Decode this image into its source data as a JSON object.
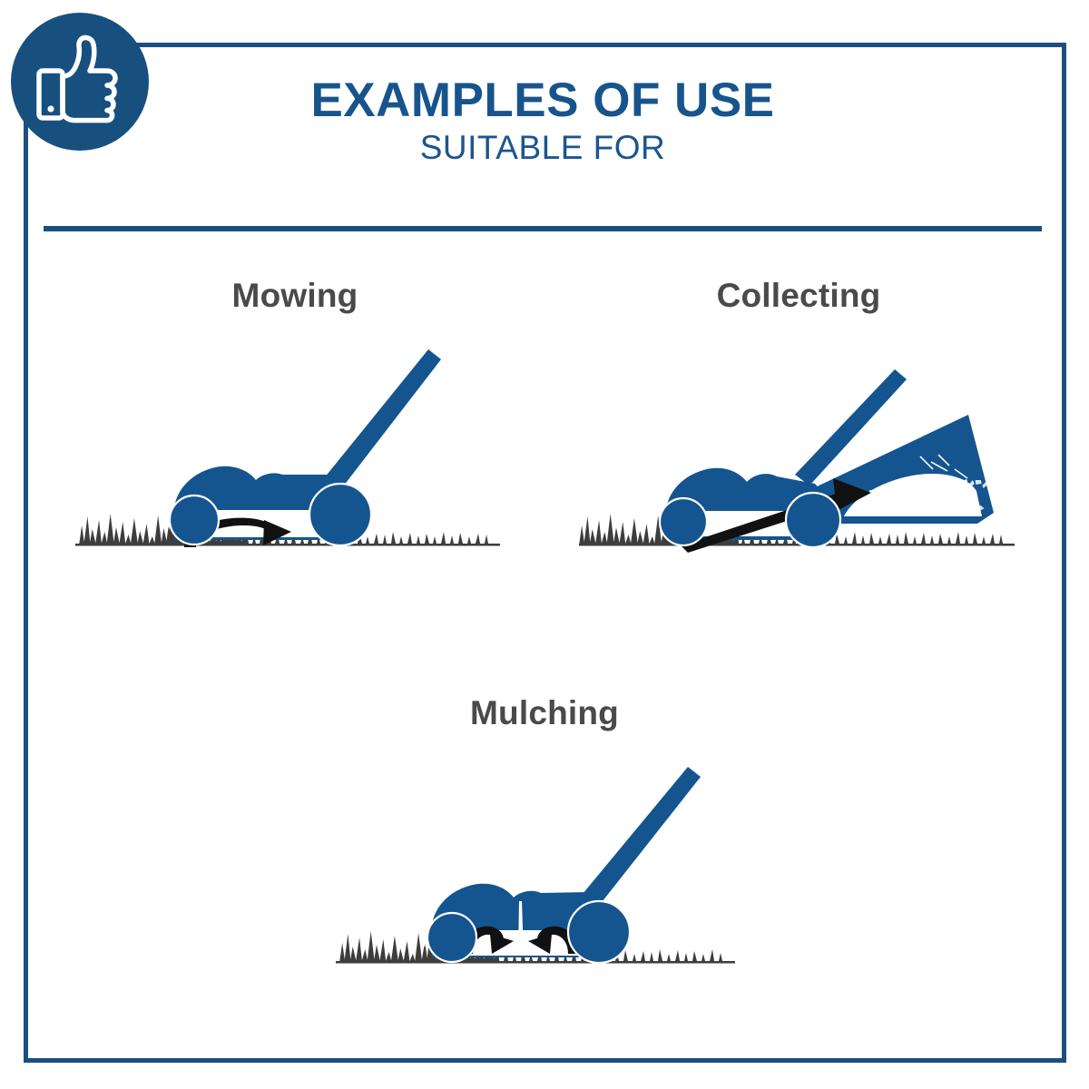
{
  "page": {
    "background_color": "#ffffff",
    "frame_color": "#1b4f80",
    "accent_blue": "#18548c",
    "machine_blue": "#14558f",
    "label_gray": "#4a4a4a"
  },
  "badge": {
    "icon": "thumbs-up-icon",
    "background_color": "#17507f",
    "glyph_color": "#ffffff"
  },
  "header": {
    "title": "EXAMPLES OF USE",
    "subtitle": "SUITABLE FOR"
  },
  "panels": [
    {
      "id": "mowing",
      "label": "Mowing",
      "illustration": "lawnmower-side-view-mowing",
      "elements": [
        "handle-bar",
        "deck",
        "front-wheel",
        "rear-wheel",
        "cut-grass-clippings",
        "curved-discharge-arrow",
        "grass-tufts",
        "ground-line"
      ]
    },
    {
      "id": "collecting",
      "label": "Collecting",
      "illustration": "lawnmower-side-view-with-grass-bag",
      "elements": [
        "handle-bar",
        "deck",
        "front-wheel",
        "rear-wheel",
        "grass-catcher-bag",
        "straight-discharge-arrow",
        "cut-grass-clippings",
        "grass-tufts",
        "ground-line"
      ]
    },
    {
      "id": "mulching",
      "label": "Mulching",
      "illustration": "lawnmower-side-view-mulching",
      "elements": [
        "handle-bar",
        "deck",
        "front-wheel",
        "rear-wheel",
        "mulch-plug",
        "recirculation-arrow-left",
        "recirculation-arrow-right",
        "mulch-clippings",
        "grass-tufts",
        "ground-line"
      ]
    }
  ]
}
